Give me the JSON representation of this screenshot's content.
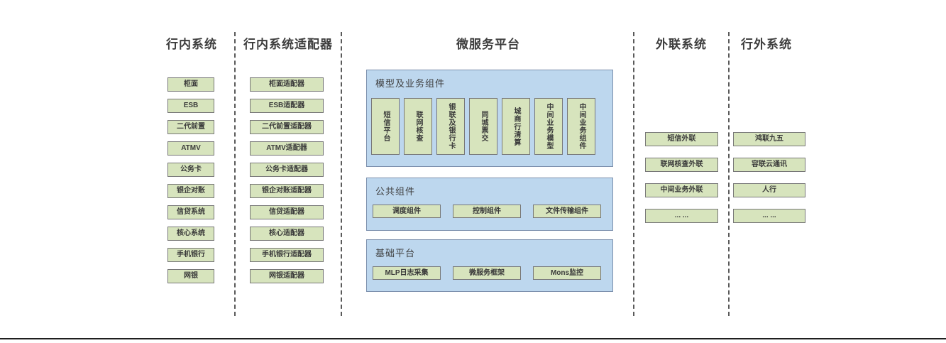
{
  "cols": {
    "internal": {
      "title": "行内系统",
      "items": [
        "柜面",
        "ESB",
        "二代前置",
        "ATMV",
        "公务卡",
        "银企对账",
        "信贷系统",
        "核心系统",
        "手机银行",
        "网银"
      ]
    },
    "adapters": {
      "title": "行内系统适配器",
      "items": [
        "柜面适配器",
        "ESB适配器",
        "二代前置适配器",
        "ATMV适配器",
        "公务卡适配器",
        "银企对账适配器",
        "信贷适配器",
        "核心适配器",
        "手机银行适配器",
        "网银适配器"
      ]
    },
    "platform": {
      "title": "微服务平台",
      "model": {
        "label": "模型及业务组件",
        "items": [
          "短信平台",
          "联网核查",
          "银联及银行卡",
          "同城票交",
          "城商行清算",
          "中间业务模型",
          "中间业务组件"
        ]
      },
      "common": {
        "label": "公共组件",
        "items": [
          "调度组件",
          "控制组件",
          "文件传输组件"
        ]
      },
      "base": {
        "label": "基础平台",
        "items": [
          "MLP日志采集",
          "微服务框架",
          "Mons监控"
        ]
      }
    },
    "outlink": {
      "title": "外联系统",
      "items": [
        "短信外联",
        "联网核查外联",
        "中间业务外联",
        "... ..."
      ]
    },
    "external": {
      "title": "行外系统",
      "items": [
        "鸿联九五",
        "容联云通讯",
        "人行",
        "... ..."
      ]
    }
  },
  "colors": {
    "box_fill": "#d7e4bd",
    "box_border": "#777777",
    "panel_fill": "#bdd7ee",
    "panel_border": "#7c90ad",
    "divider": "#5a5a5a",
    "baseline": "#1f1f1f",
    "text": "#3a3a3a"
  }
}
